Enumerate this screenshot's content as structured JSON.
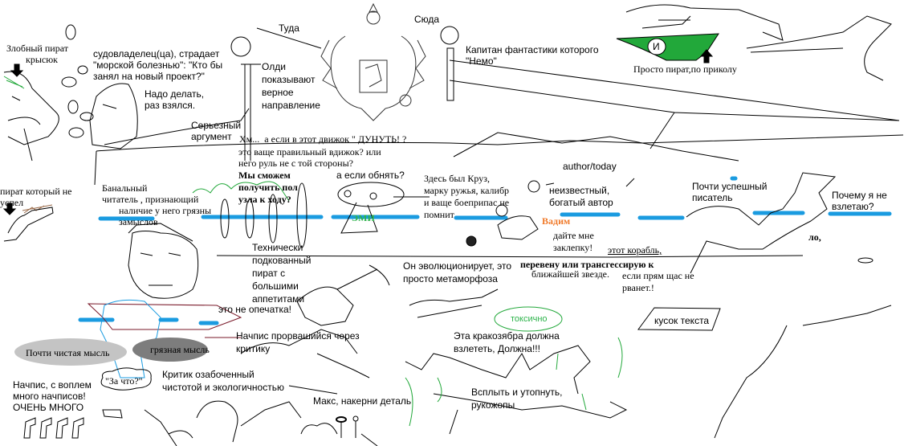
{
  "title": "Паинт-мем о пиратах и писателях",
  "colors": {
    "accent_blue": "#1a9be0",
    "green": "#22a83a",
    "orange": "#f07a2a",
    "maroon": "#7a1a2a",
    "gray_light": "#c4c4c4",
    "gray_dark": "#7d7d7d"
  },
  "labels": {
    "evil_pirate": "Злобный пират\n        крысюк",
    "shipowner": "судовладелец(ца), страдает\n\"морской болезнью\": \"Кто бы\nзанял на новый проект?\"",
    "must_do": "Надо делать,\nраз взялся.",
    "serious_arg": "Серьезный\nаргумент",
    "there": "Туда",
    "here": "Сюда",
    "oldie": "Олди\nпоказывают\nверное\nнаправление",
    "captain": "Капитан фантастики которого\n\"Немо\"",
    "just_pirate": "Просто пират,по приколу",
    "ship_letter": "И",
    "hmm": "Хм...  а если в этот движок \" ДУНУТЬ! ?",
    "engine": "это ваще правильный вдижок? или\nнего руль не с той стороны?",
    "half_knot": "Мы сможем\nполучить пол\nузла к ходу?",
    "hug": "а если обнять?",
    "emi": "ЭМИ",
    "cruise": "Здесь был Круз,\nмарку ружья, калибр\nи ваще боеприпас не\nпомнит",
    "author_today": "author/today",
    "unknown_author": "неизвестный,\nбогатый автор",
    "vadim": "Вадим",
    "rivet": "дайте мне\nзаклепку!",
    "almost_writer": "Почти успешный\nписатель",
    "why_not_fly": "Почему я не\nвзлетаю?",
    "lo": "ло,",
    "late_pirate": "пират который не\nуспел",
    "banal_reader": "Банальный\nчитатель , признающий\n       наличие у него грязны\n       замыслов",
    "tech_pirate": "Технически\nподкованный\nпират с\nбольшими\nаппетитами",
    "not_typo": "это не опечатка!",
    "evolves": "Он эволюционирует, это\nпросто метаморфоза",
    "transgress": "перевену или трансгессирую к",
    "nearest_star": "ближайшей звезде.",
    "this_ship": "этот корабль,",
    "if_now": "если прям щас не\nрванет.!",
    "text_chunk": "кусок текста",
    "toxic": "токсично",
    "krakozyabra": "Эта кракозябра должна\nвзлететь, Должна!!!",
    "surface": "Всплыть и утопнуть,\nрукожопы",
    "nachpis_broke": "Начпис прорвашийся через\nкритику",
    "almost_clean": "Почти чистая мысль",
    "dirty": "грязная мысль",
    "why_me": "\"За что?\"",
    "critic": "Критик озабоченный\nчистотой и экологичностью",
    "nachpis_many": "Начпис, с воплем\nмного начписов!\nОЧЕНЬ МНОГО",
    "max": "Макс, накерни деталь"
  },
  "icons": [
    "down-arrow-icon",
    "up-arrow-icon",
    "russian-coat-of-arms-icon",
    "stick-figure-icon",
    "thought-bubble-icon",
    "smiley-face-icon"
  ]
}
